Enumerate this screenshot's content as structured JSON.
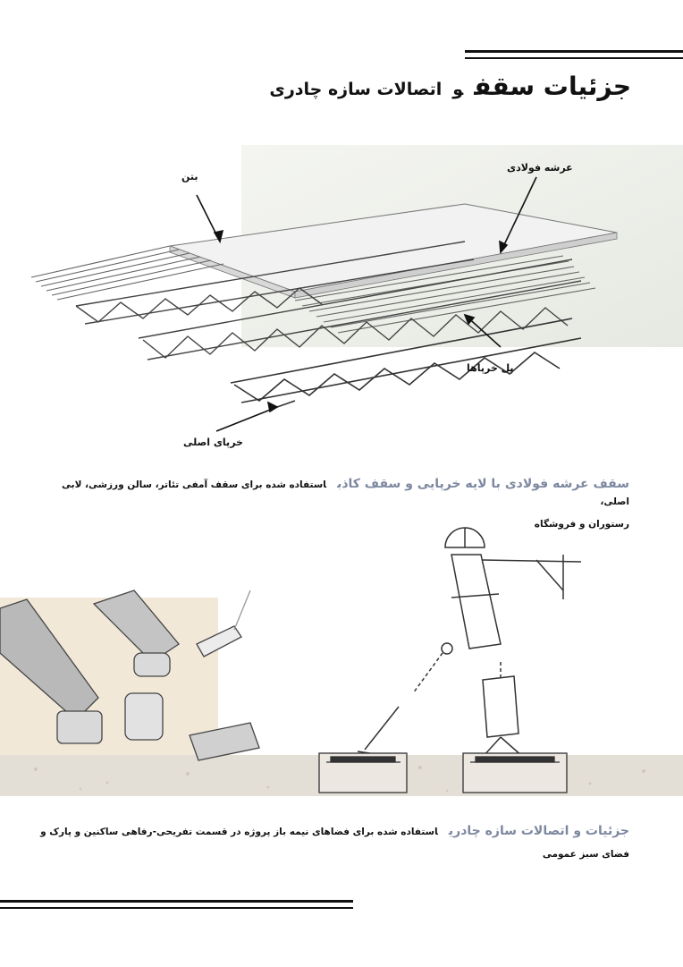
{
  "page": {
    "title_main": "جزئیات سقف",
    "title_conj": "و",
    "title_rest": "اتصالات سازه چادری"
  },
  "figure1": {
    "labels": {
      "steel_deck": "عرشه فولادی",
      "concrete": "بتن",
      "joist_bridge": "پل خرپاها",
      "main_truss": "خرپای اصلی"
    }
  },
  "caption1": {
    "heading": "سقف عرشه فولادی با لایه خرپایی و سقف کاذب",
    "description": "استفاده شده برای سقف آمفی تئاتر، سالن ورزشی، لابی اصلی،",
    "description_line2": "رستوران و فروشگاه"
  },
  "caption2": {
    "heading": "جزئیات و اتصالات سازه چادری",
    "description": "استفاده شده برای فضاهای نیمه باز پروژه در قسمت تفریحی-رفاهی ساکنین و پارک و",
    "description_line2": "فضای سبز عمومی"
  },
  "colors": {
    "heading_accent": "#7d88a0",
    "background_panel": "#eef0ea",
    "ground_band": "#e4dfd6",
    "detail_panel": "#f1e8d8"
  }
}
